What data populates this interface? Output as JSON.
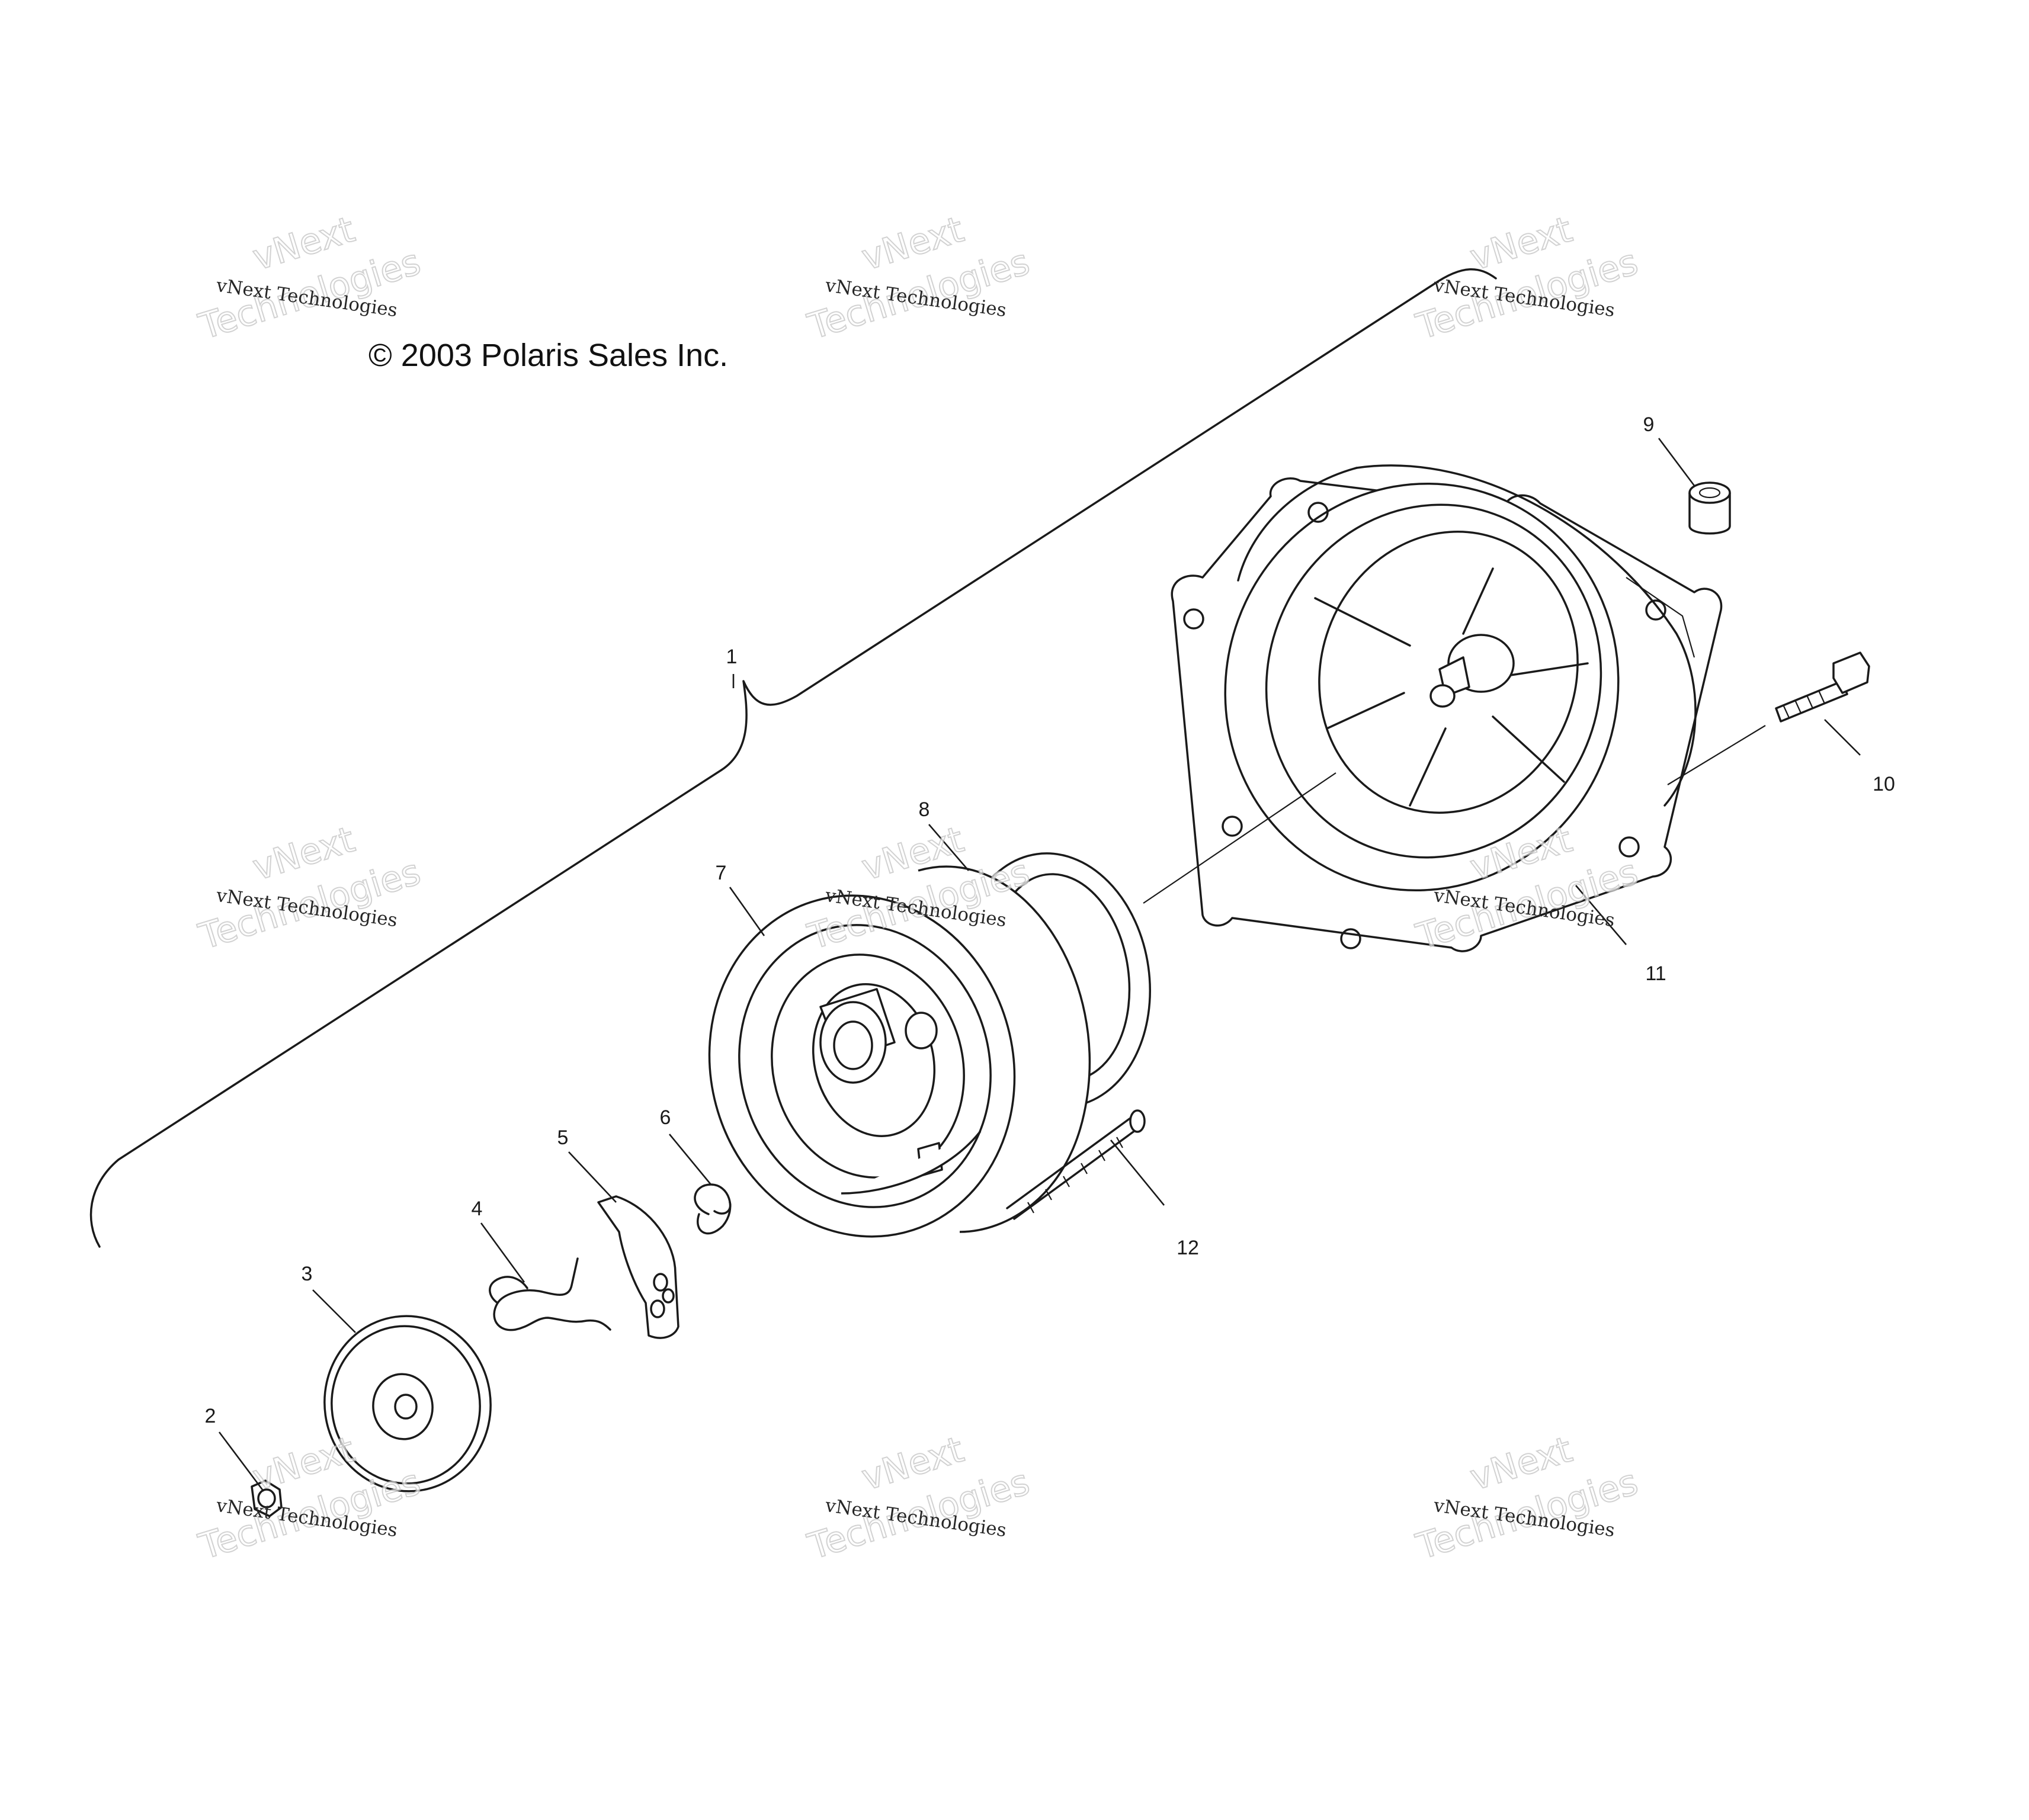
{
  "copyright": "© 2003 Polaris Sales Inc.",
  "watermark": {
    "line_small": "vNext Technologies",
    "line_big_1": "vNext",
    "line_big_2": "Technologies"
  },
  "callouts": [
    "1",
    "2",
    "3",
    "4",
    "5",
    "6",
    "7",
    "8",
    "9",
    "10",
    "11",
    "12"
  ],
  "parts": [
    "assembly-bracket",
    "nut",
    "washer",
    "clip-spring",
    "pawl",
    "coil-spring",
    "starter-pulley",
    "rewind-spring-reel",
    "bushing",
    "bolt",
    "starter-housing",
    "starter-rope"
  ]
}
